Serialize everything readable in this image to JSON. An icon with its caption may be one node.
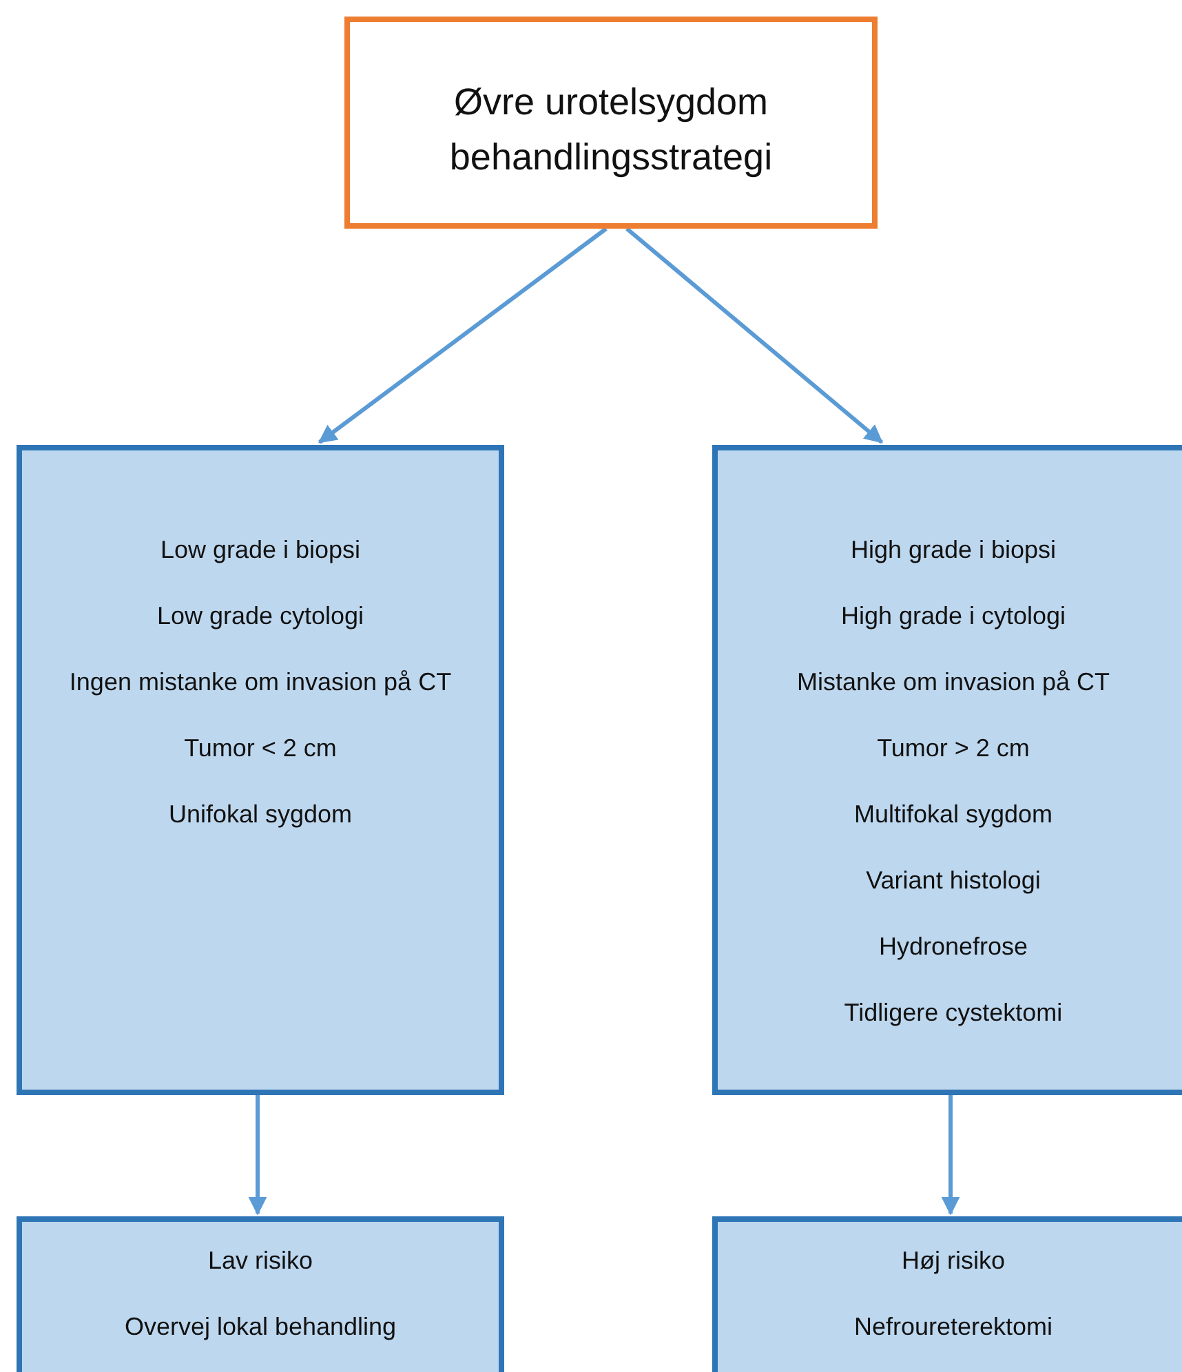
{
  "diagram": {
    "nodes": [
      {
        "text": [
          "Øvre urotelsygdom behandlingsstrategi"
        ]
      },
      {
        "text": [
          "Low grade i biopsi",
          "Low grade cytologi",
          "Ingen mistanke om invasion på CT",
          "Tumor < 2 cm",
          "Unifokal sygdom"
        ]
      },
      {
        "text": [
          "High grade i biopsi",
          "High grade i cytologi",
          "Mistanke om invasion på CT",
          "Tumor > 2 cm",
          "Multifokal sygdom",
          "Variant histologi",
          "Hydronefrose",
          "Tidligere cystektomi"
        ]
      },
      {
        "text": [
          "Lav risiko",
          "Overvej lokal behandling"
        ]
      },
      {
        "text": [
          "Høj risiko",
          "Nefroureterektomi"
        ]
      }
    ],
    "edges": [
      {
        "from": 0,
        "to": 1,
        "arrow": "to"
      },
      {
        "from": 0,
        "to": 2,
        "arrow": "to"
      },
      {
        "from": 1,
        "to": 3,
        "arrow": "to"
      },
      {
        "from": 2,
        "to": 4,
        "arrow": "to"
      }
    ]
  }
}
